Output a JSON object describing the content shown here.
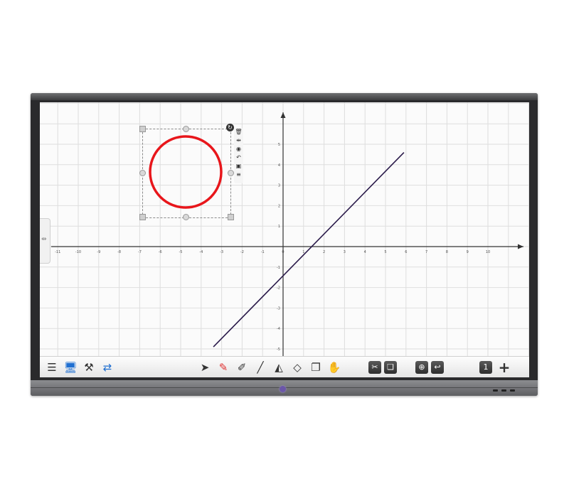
{
  "board": {
    "x_tick_labels": [
      "-11",
      "-10",
      "-9",
      "-8",
      "-7",
      "-6",
      "-5",
      "-4",
      "-3",
      "-2",
      "-1",
      "0",
      "1",
      "2",
      "3",
      "4",
      "5",
      "6",
      "7",
      "8",
      "9",
      "10"
    ],
    "y_tick_labels": [
      "5",
      "4",
      "3",
      "2",
      "1",
      "-1",
      "-2",
      "-3",
      "-4",
      "-5"
    ],
    "line_color": "#2a1a4a",
    "circle_color": "#e8161b",
    "axis_color": "#333333"
  },
  "chart_data": {
    "type": "line",
    "series": [
      {
        "x": [
          -3.4,
          5.9
        ],
        "y": [
          -4.9,
          4.6
        ]
      }
    ],
    "xlim": [
      -11,
      11.5
    ],
    "ylim": [
      -5.3,
      6.5
    ],
    "grid": true
  },
  "object_toolbar": {
    "items": [
      "trash-icon",
      "flip-horizontal-icon",
      "layer-icon",
      "rotate-icon",
      "lock-icon",
      "menu-icon"
    ],
    "glyphs": [
      "🗑",
      "⇹",
      "◉",
      "↶",
      "▣",
      "≡"
    ]
  },
  "taskbar": {
    "left": [
      {
        "name": "menu-icon",
        "glyph": "☰"
      },
      {
        "name": "desktop-icon",
        "glyph": "🖥"
      },
      {
        "name": "tools-icon",
        "glyph": "⚒"
      },
      {
        "name": "switch-icon",
        "glyph": "⇄"
      }
    ],
    "center": [
      {
        "name": "select-cursor-icon",
        "glyph": "➤"
      },
      {
        "name": "pen-icon",
        "glyph": "✎"
      },
      {
        "name": "pen-style-icon",
        "glyph": "✐"
      },
      {
        "name": "line-icon",
        "glyph": "╱"
      },
      {
        "name": "eraser-icon",
        "glyph": "◭"
      },
      {
        "name": "shape-icon",
        "glyph": "◇"
      },
      {
        "name": "note-icon",
        "glyph": "❐"
      },
      {
        "name": "hand-icon",
        "glyph": "✋"
      }
    ],
    "right_a": [
      {
        "name": "cut-icon",
        "glyph": "✂"
      },
      {
        "name": "copy-icon",
        "glyph": "❏"
      }
    ],
    "right_b": [
      {
        "name": "zoom-icon",
        "glyph": "⊕"
      },
      {
        "name": "undo-icon",
        "glyph": "↩"
      }
    ],
    "right_c": [
      {
        "name": "page-icon",
        "glyph": "1"
      },
      {
        "name": "add-page-icon",
        "glyph": "+"
      }
    ]
  }
}
